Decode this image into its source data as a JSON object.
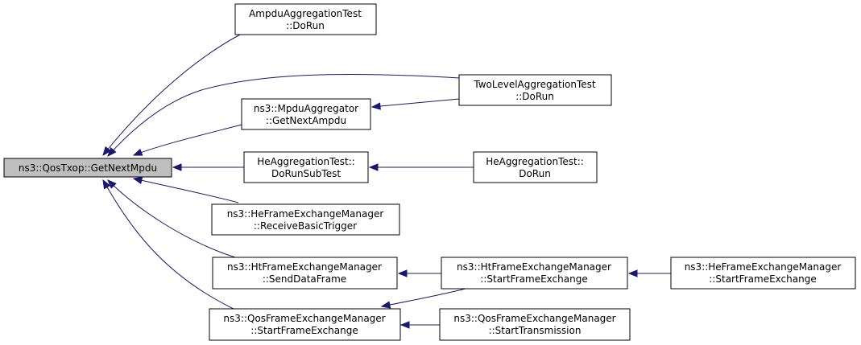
{
  "graph": {
    "colors": {
      "edge": "#191970",
      "root_fill": "#bfbfbf",
      "node_fill": "#ffffff",
      "border": "#000000"
    },
    "nodes": {
      "root": {
        "lines": [
          "ns3::QosTxop::GetNextMpdu"
        ]
      },
      "ampdu": {
        "lines": [
          "AmpduAggregationTest",
          "::DoRun"
        ]
      },
      "twolevel": {
        "lines": [
          "TwoLevelAggregationTest",
          "::DoRun"
        ]
      },
      "mpduagg": {
        "lines": [
          "ns3::MpduAggregator",
          "::GetNextAmpdu"
        ]
      },
      "hesub": {
        "lines": [
          "HeAggregationTest::",
          "DoRunSubTest"
        ]
      },
      "herun": {
        "lines": [
          "HeAggregationTest::",
          "DoRun"
        ]
      },
      "herecv": {
        "lines": [
          "ns3::HeFrameExchangeManager",
          "::ReceiveBasicTrigger"
        ]
      },
      "htsend": {
        "lines": [
          "ns3::HtFrameExchangeManager",
          "::SendDataFrame"
        ]
      },
      "htstart": {
        "lines": [
          "ns3::HtFrameExchangeManager",
          "::StartFrameExchange"
        ]
      },
      "hestart": {
        "lines": [
          "ns3::HeFrameExchangeManager",
          "::StartFrameExchange"
        ]
      },
      "qosstart": {
        "lines": [
          "ns3::QosFrameExchangeManager",
          "::StartFrameExchange"
        ]
      },
      "qostx": {
        "lines": [
          "ns3::QosFrameExchangeManager",
          "::StartTransmission"
        ]
      }
    }
  }
}
